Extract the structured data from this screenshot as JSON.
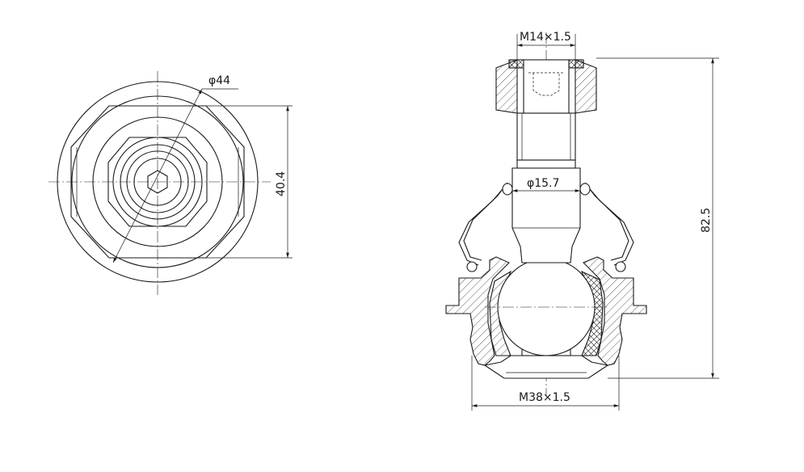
{
  "drawing": {
    "dimensions": {
      "diameter_44": "φ44",
      "width_40_4": "40.4",
      "thread_top": "M14×1.5",
      "diameter_15_7": "φ15.7",
      "height_82_5": "82.5",
      "thread_bottom": "M38×1.5"
    },
    "colors": {
      "line": "#1a1a1a",
      "background": "#ffffff"
    }
  }
}
